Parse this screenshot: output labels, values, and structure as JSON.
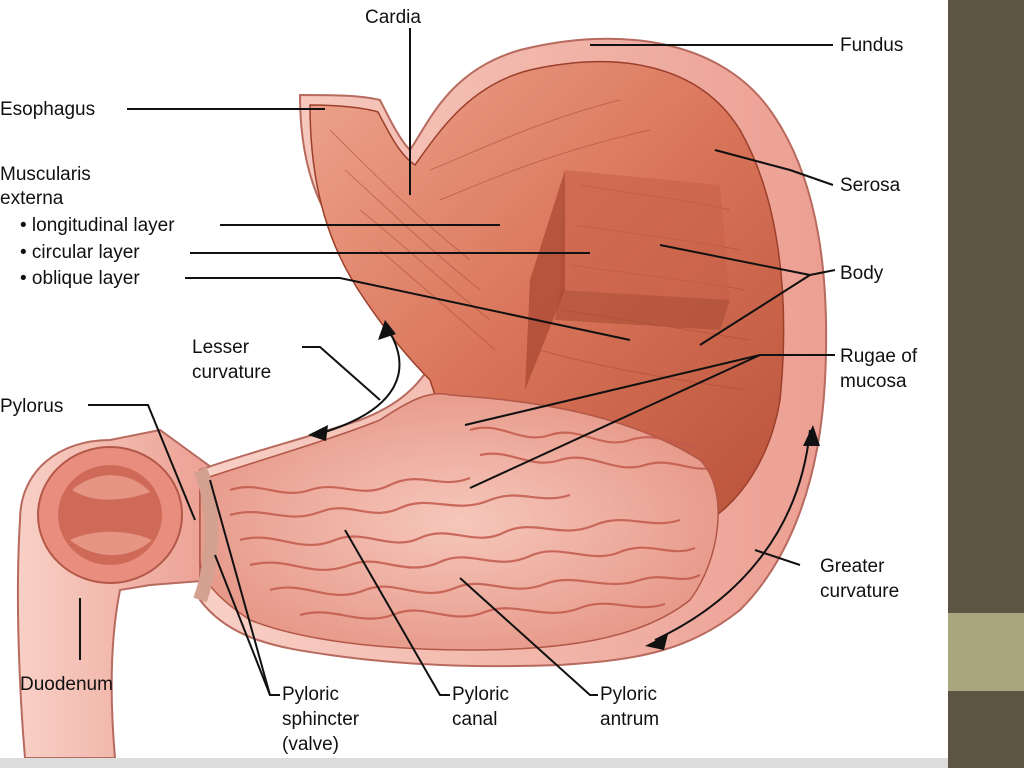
{
  "colors": {
    "background": "#ffffff",
    "panel_dark": "#5e5443",
    "panel_light": "#a9a57c",
    "tissue_outer": "#f3b7ad",
    "tissue_muscle": "#d9755a",
    "tissue_muscle_dark": "#b24d35",
    "rugae": "#f0b4a6",
    "rugae_dark": "#c85a4c",
    "line": "#111111"
  },
  "labels": {
    "cardia": "Cardia",
    "fundus": "Fundus",
    "esophagus": "Esophagus",
    "muscularis_1": "Muscularis",
    "muscularis_2": "externa",
    "longitudinal": "• longitudinal layer",
    "circular": "• circular layer",
    "oblique": "• oblique layer",
    "serosa": "Serosa",
    "body": "Body",
    "lesser_1": "Lesser",
    "lesser_2": "curvature",
    "rugae_1": "Rugae of",
    "rugae_2": "mucosa",
    "pylorus": "Pylorus",
    "greater_1": "Greater",
    "greater_2": "curvature",
    "duodenum": "Duodenum",
    "sphincter_1": "Pyloric",
    "sphincter_2": "sphincter",
    "sphincter_3": "(valve)",
    "canal_1": "Pyloric",
    "canal_2": "canal",
    "antrum_1": "Pyloric",
    "antrum_2": "antrum"
  }
}
